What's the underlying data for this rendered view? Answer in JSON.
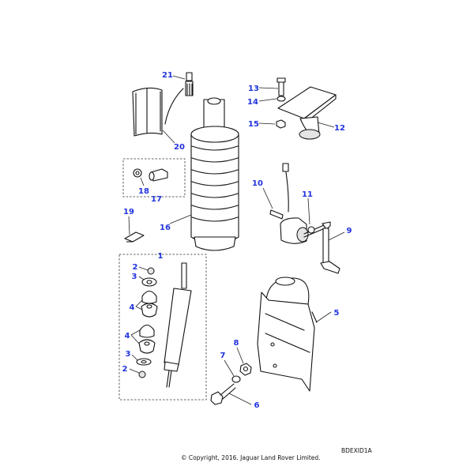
{
  "diagram": {
    "ref_code": "BDEXID1A",
    "copyright": "© Copyright, 2016. Jaguar Land Rover Limited.",
    "callouts": [
      "21",
      "13",
      "14",
      "15",
      "12",
      "20",
      "18",
      "17",
      "10",
      "11",
      "19",
      "16",
      "9",
      "1",
      "2",
      "3",
      "4",
      "4",
      "3",
      "2",
      "5",
      "8",
      "7",
      "6"
    ]
  }
}
